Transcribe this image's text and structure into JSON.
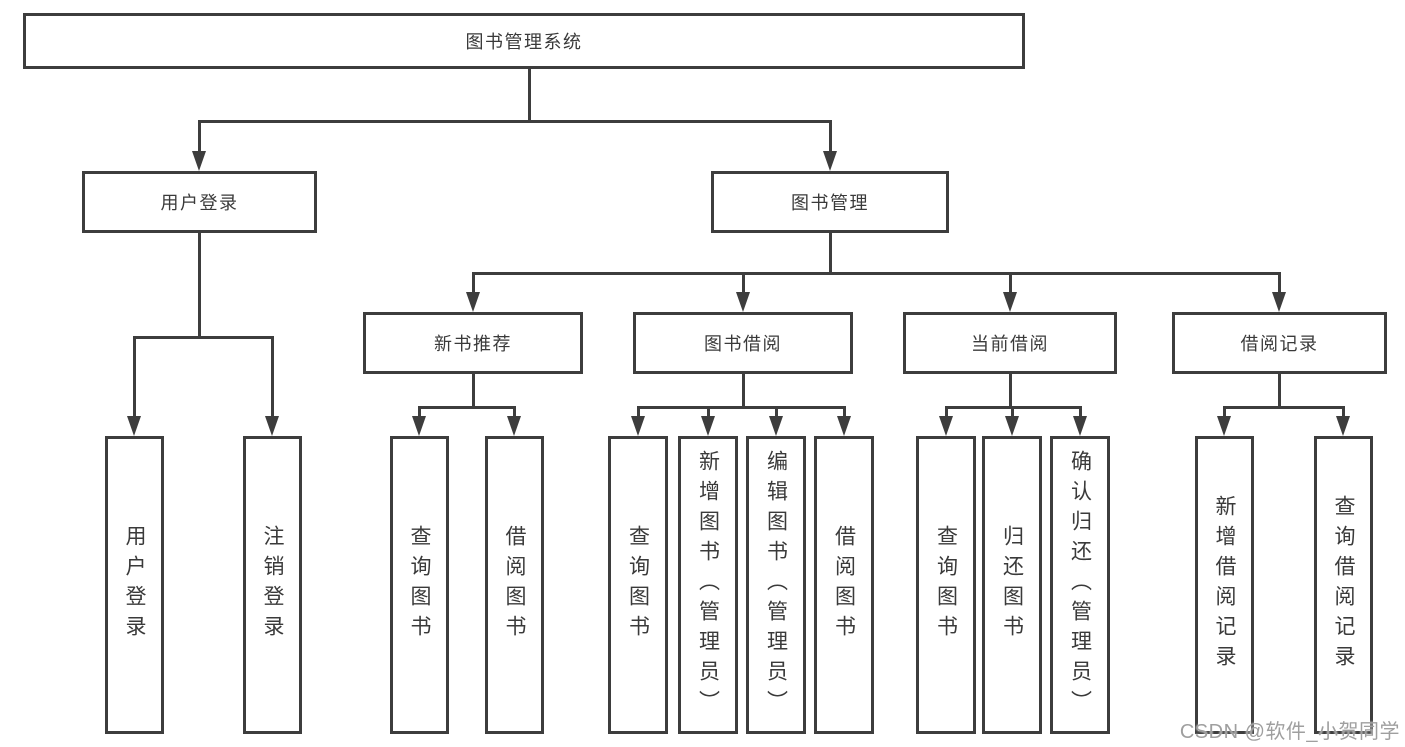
{
  "diagram_type": "hierarchy-tree",
  "colors": {
    "line": "#3d3d3d",
    "text": "#3a3a3a",
    "background": "#ffffff",
    "watermark": "#9f9f9f"
  },
  "watermark": {
    "text": "CSDN @软件_小贺同学"
  },
  "tree": {
    "label": "图书管理系统",
    "children": [
      {
        "label": "用户登录",
        "children": [
          {
            "label": "用户登录"
          },
          {
            "label": "注销登录"
          }
        ]
      },
      {
        "label": "图书管理",
        "children": [
          {
            "label": "新书推荐",
            "children": [
              {
                "label": "查询图书"
              },
              {
                "label": "借阅图书"
              }
            ]
          },
          {
            "label": "图书借阅",
            "children": [
              {
                "label": "查询图书"
              },
              {
                "label": "新增图书（管理员）"
              },
              {
                "label": "编辑图书（管理员）"
              },
              {
                "label": "借阅图书"
              }
            ]
          },
          {
            "label": "当前借阅",
            "children": [
              {
                "label": "查询图书"
              },
              {
                "label": "归还图书"
              },
              {
                "label": "确认归还（管理员）"
              }
            ]
          },
          {
            "label": "借阅记录",
            "children": [
              {
                "label": "新增借阅记录"
              },
              {
                "label": "查询借阅记录"
              }
            ]
          }
        ]
      }
    ]
  }
}
